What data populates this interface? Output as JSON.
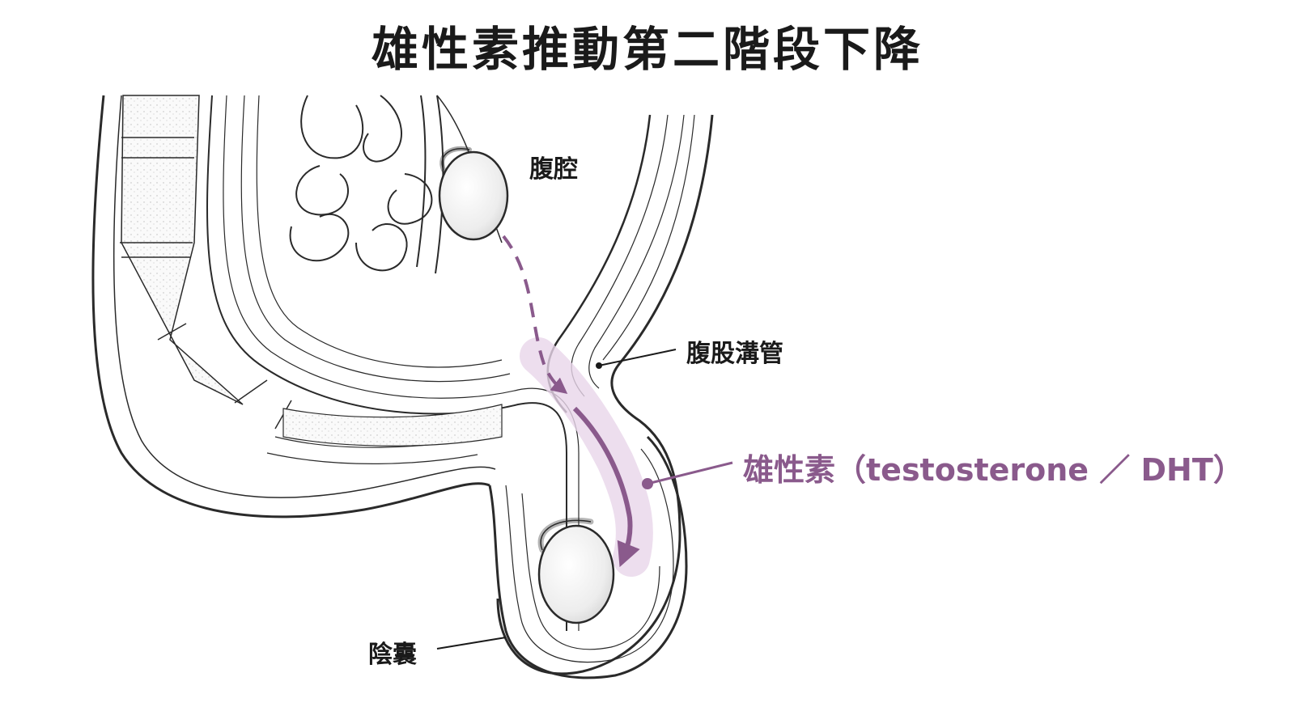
{
  "title": "雄性素推動第二階段下降",
  "labels": {
    "abdominal_cavity": "腹腔",
    "inguinal_canal": "腹股溝管",
    "hormone": "雄性素（testosterone ／ DHT）",
    "scrotum": "陰囊"
  },
  "colors": {
    "outline": "#2a2a2a",
    "hormone_accent": "#8a5a8c",
    "hormone_glow": "#e8d6ea",
    "tissue_fill": "#f4f4f4"
  },
  "icons": {
    "descent_path": "dashed-arrow",
    "hormone_push": "solid-curved-arrow"
  }
}
